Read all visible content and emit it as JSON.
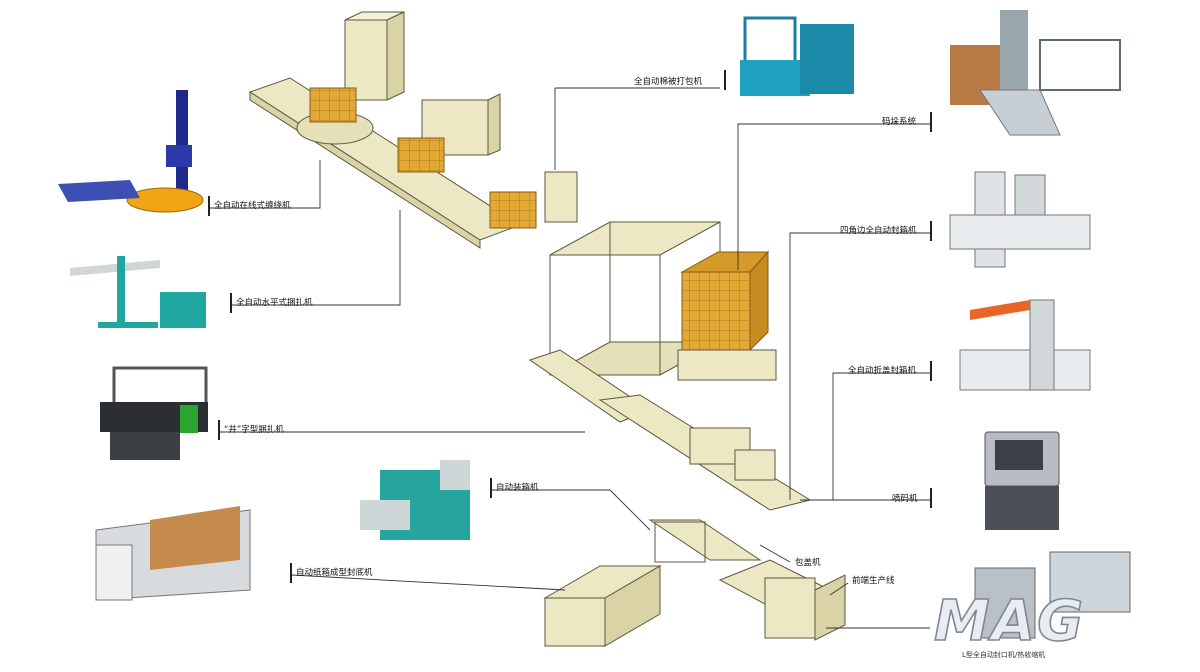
{
  "labels": {
    "pallet_wrapper": "全自动在线式缠绕机",
    "horizontal_strapper": "全自动水平式捆扎机",
    "cross_strapper": "“井”字型捆扎机",
    "carton_erector_sealer": "自动纸箱成型封底机",
    "auto_packer": "自动装箱机",
    "auto_strapping_packer": "全自动棉被打包机",
    "palletizer": "码垛系统",
    "four_corner_sealer": "四角边全自动封箱机",
    "top_folding_sealer": "全自动折盖封箱机",
    "inkjet_coder": "喷码机",
    "lid_capper": "包盖机",
    "upstream_line": "前端生产线"
  },
  "watermark": "MAG",
  "footer_caption": "L型全自动封口机/热收缩机",
  "colors": {
    "machine_fill": "#ede8c4",
    "machine_stroke": "#5a5740",
    "carton": "#e0a830",
    "leader": "#333333"
  }
}
